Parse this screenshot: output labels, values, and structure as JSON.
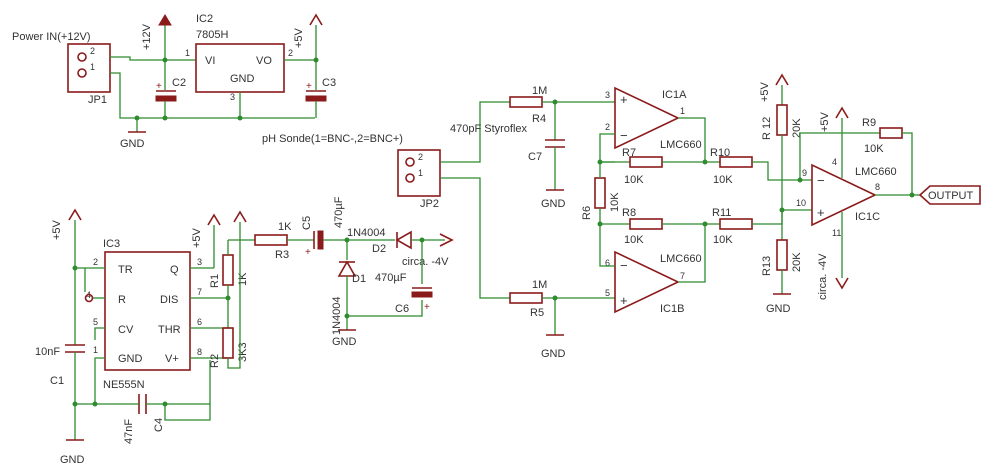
{
  "power": {
    "title": "Power IN(+12V)",
    "jp1": "JP1",
    "p2": "2",
    "p1": "1",
    "gnd": "GND"
  },
  "reg": {
    "name": "IC2",
    "part": "7805H",
    "vi": "VI",
    "vo": "VO",
    "gnd": "GND",
    "pin1": "1",
    "pin2": "2",
    "pin3": "3",
    "c2": "C2",
    "c3": "C3",
    "plus12": "+12V",
    "plus5": "+5V"
  },
  "probe": {
    "label": "pH Sonde(1=BNC-,2=BNC+)",
    "jp2": "JP2",
    "p2": "2",
    "p1": "1"
  },
  "input": {
    "r4": "R4",
    "r4v": "1M",
    "r5": "R5",
    "r5v": "1M",
    "c7": "C7",
    "c7v": "470pF Styroflex",
    "gnd": "GND"
  },
  "ic1a": {
    "name": "IC1A",
    "part": "LMC660",
    "pin3": "3",
    "pin2": "2",
    "pin1": "1"
  },
  "ic1b": {
    "name": "IC1B",
    "part": "LMC660",
    "pin6": "6",
    "pin5": "5",
    "pin7": "7"
  },
  "ic1c": {
    "name": "IC1C",
    "part": "LMC660",
    "pin9": "9",
    "pin10": "10",
    "pin8": "8",
    "pin4": "4",
    "pin11": "11",
    "plus5": "+5V",
    "minus": "circa. -4V"
  },
  "resistors": {
    "r6": "R6",
    "r6v": "10K",
    "r7": "R7",
    "r7v": "10K",
    "r8": "R8",
    "r8v": "10K",
    "r9": "R9",
    "r9v": "10K",
    "r10": "R10",
    "r10v": "10K",
    "r11": "R11",
    "r11v": "10K",
    "r12": "R 12",
    "r12v": "20K",
    "r13": "R13",
    "r13v": "20K",
    "plus5": "+5V",
    "gnd": "GND"
  },
  "output": {
    "label": "OUTPUT"
  },
  "ic3": {
    "name": "IC3",
    "part": "NE555N",
    "tr": "TR",
    "q": "Q",
    "r": "R",
    "dis": "DIS",
    "cv": "CV",
    "thr": "THR",
    "gnd": "GND",
    "vp": "V+",
    "pin2": "2",
    "pin4": "4",
    "pin5": "5",
    "pin1": "1",
    "pin3": "3",
    "pin7": "7",
    "pin6": "6",
    "pin8": "8",
    "plus5": "+5V",
    "gnd2": "GND"
  },
  "timing": {
    "c1": "C1",
    "c1v": "10nF",
    "c4": "C4",
    "c4v": "47nF",
    "r1": "R1",
    "r1v": "1K",
    "r2": "R2",
    "r2v": "3K3",
    "plus5": "+5V"
  },
  "pump": {
    "r3": "R3",
    "r3v": "1K",
    "c5": "C5",
    "c5v": "470µF",
    "d1": "D1",
    "d1v": "1N4004",
    "d2": "D2",
    "d2v": "1N4004",
    "c6": "C6",
    "c6v": "470µF",
    "neg": "circa. -4V",
    "gnd": "GND"
  }
}
